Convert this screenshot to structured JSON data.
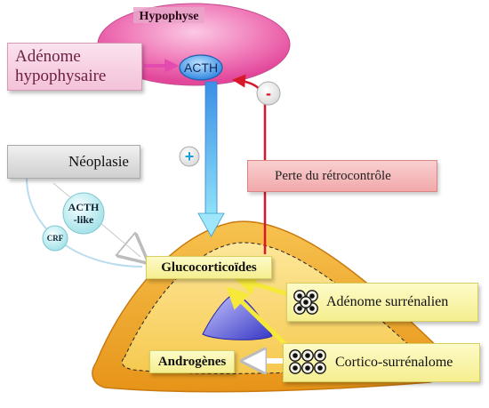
{
  "diagram": {
    "hypophyse": "Hypophyse",
    "acth": "ACTH",
    "adenome_hypophysaire": "Adénome hypophysaire",
    "neoplasie": "Néoplasie",
    "acth_like": "ACTH -like",
    "crf": "CRF",
    "perte_retrocontrole": "Perte du rétrocontrôle",
    "plus_sign": "+",
    "minus_sign": "-",
    "glucocorticoides": "Glucocorticoïdes",
    "androgenes": "Androgènes",
    "adenome_surrenalien": "Adénome surrénalien",
    "cortico_surrenalome": "Cortico-surrénalome"
  },
  "colors": {
    "hypophyse_pink": "#ee5fae",
    "acth_blue": "#3a8ee8",
    "feedback_red": "#d8182a",
    "stimulation_cyan": "#5cc8f0",
    "adrenal_orange": "#f4a81e",
    "medulla_blue": "#4a4ad0"
  },
  "icons": [
    "cell-cluster-icon",
    "cross-icon"
  ]
}
